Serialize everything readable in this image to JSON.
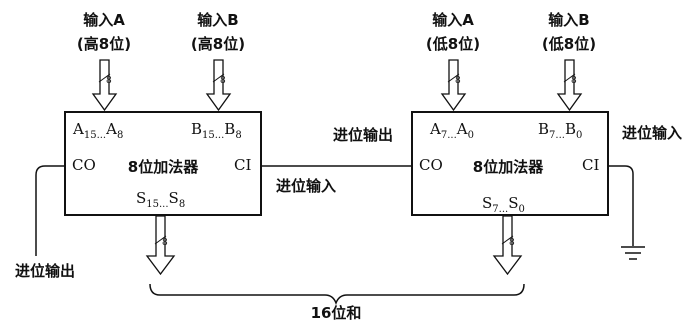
{
  "inputs": {
    "a_high": {
      "line1": "输入A",
      "line2": "(高8位)"
    },
    "b_high": {
      "line1": "输入B",
      "line2": "(高8位)"
    },
    "a_low": {
      "line1": "输入A",
      "line2": "(低8位)"
    },
    "b_low": {
      "line1": "输入B",
      "line2": "(低8位)"
    }
  },
  "bus_width": "8",
  "adder_high": {
    "a_label": "A",
    "a_range": "15...",
    "a_end": "A",
    "a_end_sub": "8",
    "b_label": "B",
    "b_range": "15...",
    "b_end": "B",
    "b_end_sub": "8",
    "title": "8位加法器",
    "co": "CO",
    "ci": "CI",
    "s_label": "S",
    "s_range": "15...",
    "s_end": "S",
    "s_end_sub": "8"
  },
  "adder_low": {
    "a_label": "A",
    "a_range": "7...",
    "a_end": "A",
    "a_end_sub": "0",
    "b_label": "B",
    "b_range": "7...",
    "b_end": "B",
    "b_end_sub": "0",
    "title": "8位加法器",
    "co": "CO",
    "ci": "CI",
    "s_label": "S",
    "s_range": "7...",
    "s_end": "S",
    "s_end_sub": "0"
  },
  "labels": {
    "carry_out_low": "进位输出",
    "carry_in_low": "进位输入",
    "carry_in_high": "进位输入",
    "carry_out_high": "进位输出",
    "sum_16": "16位和"
  }
}
